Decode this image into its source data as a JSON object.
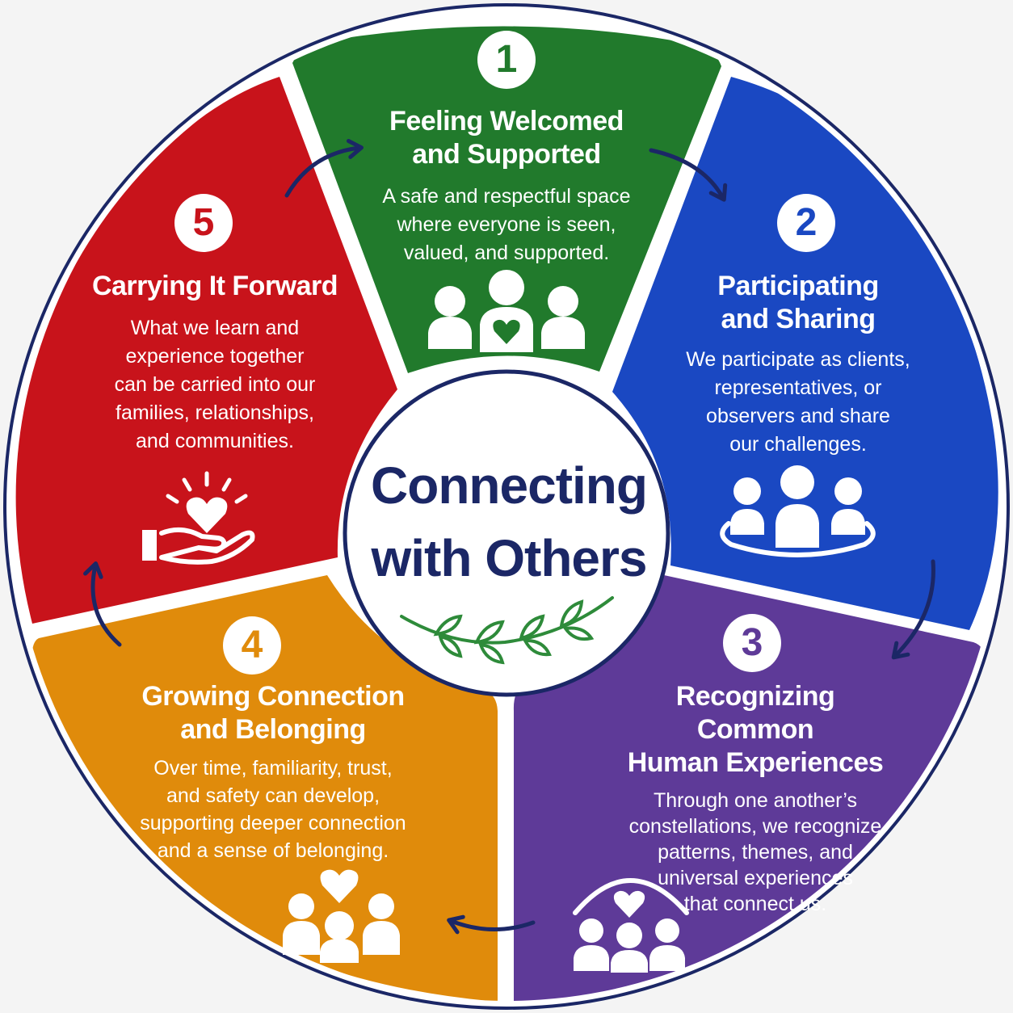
{
  "center": {
    "title_line1": "Connecting",
    "title_line2": "with Others"
  },
  "steps": [
    {
      "number": "1",
      "title_line1": "Feeling Welcomed",
      "title_line2": "and Supported",
      "desc": [
        "A safe and respectful space",
        "where everyone is seen,",
        "valued, and supported."
      ],
      "color": "#217a2c",
      "icon": "people-heart-icon"
    },
    {
      "number": "2",
      "title_line1": "Participating",
      "title_line2": "and Sharing",
      "desc": [
        "We participate as clients,",
        "representatives, or",
        "observers and share",
        "our challenges."
      ],
      "color": "#1a48c2",
      "icon": "group-circle-icon"
    },
    {
      "number": "3",
      "title_line1": "Recognizing Common",
      "title_line2": "Human Experiences",
      "desc": [
        "Through one another’s",
        "constellations, we recognize",
        "patterns, themes, and",
        "universal experiences",
        "that connect us."
      ],
      "color": "#5e3a98",
      "icon": "group-arc-heart-icon"
    },
    {
      "number": "4",
      "title_line1": "Growing Connection",
      "title_line2": "and Belonging",
      "desc": [
        "Over time, familiarity, trust,",
        "and safety can develop,",
        "supporting deeper connection",
        "and a sense of belonging."
      ],
      "color": "#e08b0b",
      "icon": "group-heart-icon"
    },
    {
      "number": "5",
      "title_line1": "Carrying It Forward",
      "desc": [
        "What we learn and",
        "experience together",
        "can be carried into our",
        "families, relationships,",
        "and communities."
      ],
      "color": "#c8131b",
      "icon": "hand-heart-icon"
    }
  ],
  "colors": {
    "outline": "#1b2766",
    "leaf": "#2e8b3a",
    "arrow": "#1b2766"
  }
}
